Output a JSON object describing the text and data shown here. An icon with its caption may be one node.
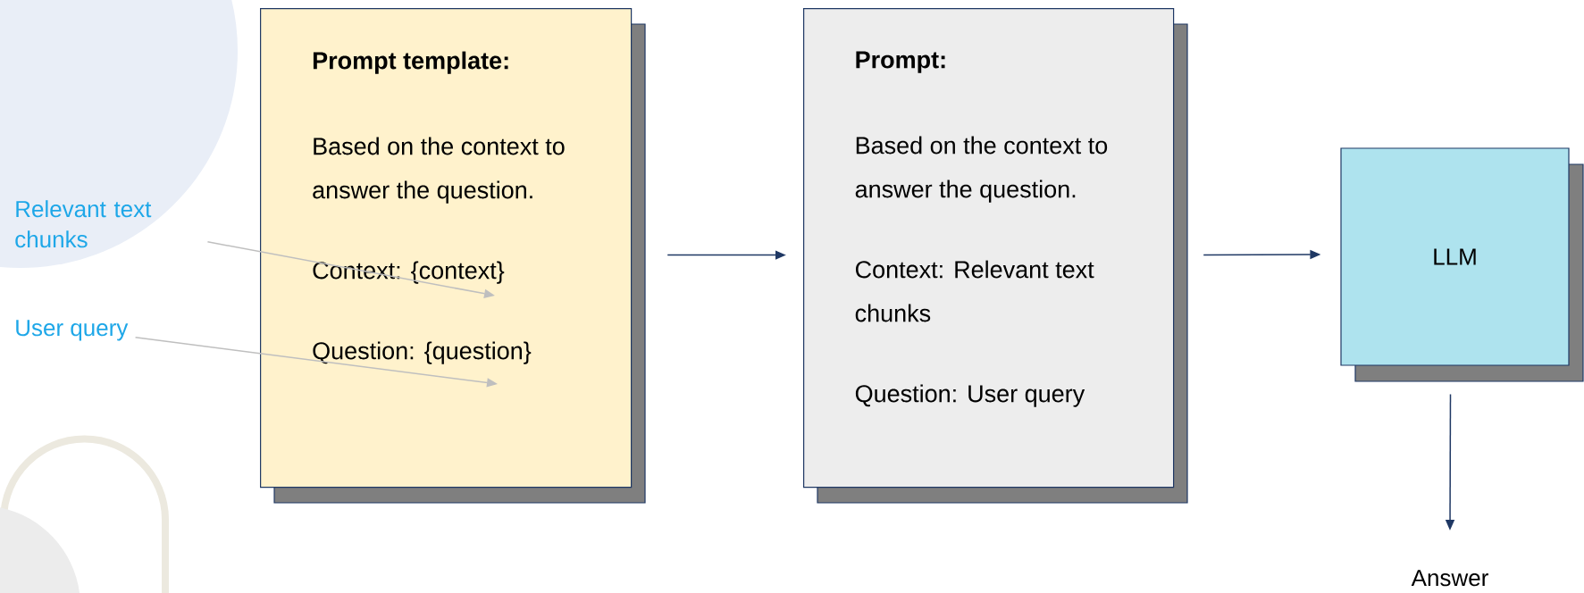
{
  "diagram": {
    "nodes": [
      {
        "text": [
          "Prompt template:",
          "Based on the context to answer the question.",
          "Context: {context}",
          "Question: {question}"
        ]
      },
      {
        "text": [
          "Prompt:",
          "Based on the context to answer the question.",
          "Context: Relevant text chunks",
          "Question: User query"
        ]
      },
      {
        "text": [
          "LLM"
        ]
      },
      {
        "text": [
          "Relevant text chunks"
        ]
      },
      {
        "text": [
          "User query"
        ]
      },
      {
        "text": [
          "Answer"
        ]
      }
    ],
    "edges": [
      {
        "from": 0,
        "to": 1,
        "arrow": "to"
      },
      {
        "from": 1,
        "to": 2,
        "arrow": "to"
      },
      {
        "from": 2,
        "to": 5,
        "arrow": "to"
      },
      {
        "from": 3,
        "to": 0,
        "arrow": "to",
        "color": "#bfbfbf"
      },
      {
        "from": 4,
        "to": 0,
        "arrow": "to",
        "color": "#bfbfbf"
      }
    ]
  }
}
